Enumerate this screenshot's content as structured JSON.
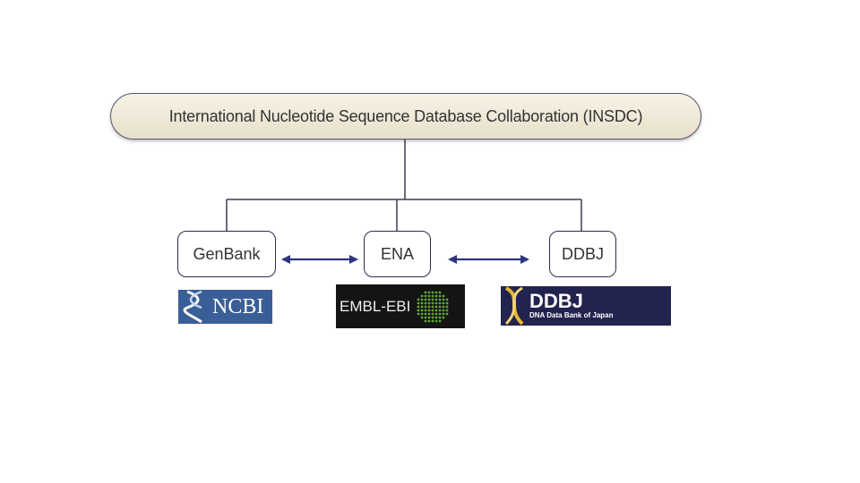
{
  "root": {
    "label": "International Nucleotide Sequence Database Collaboration (INSDC)"
  },
  "databases": [
    {
      "label": "GenBank",
      "logo_text": "NCBI"
    },
    {
      "label": "ENA",
      "logo_text": "EMBL-EBI"
    },
    {
      "label": "DDBJ",
      "logo_text": "DDBJ",
      "logo_subtext": "DNA Data Bank of Japan"
    }
  ],
  "colors": {
    "connector": "#3b3b52",
    "arrow": "#2e3580",
    "ncbi_bg": "#3a5e97",
    "embl_bg": "#141414",
    "embl_grid": "#5fa83a",
    "ddbj_bg": "#23234f",
    "ddbj_helix": "#e8b830"
  },
  "icons": [
    "helix-icon",
    "dot-grid-icon",
    "dna-helix-icon"
  ]
}
